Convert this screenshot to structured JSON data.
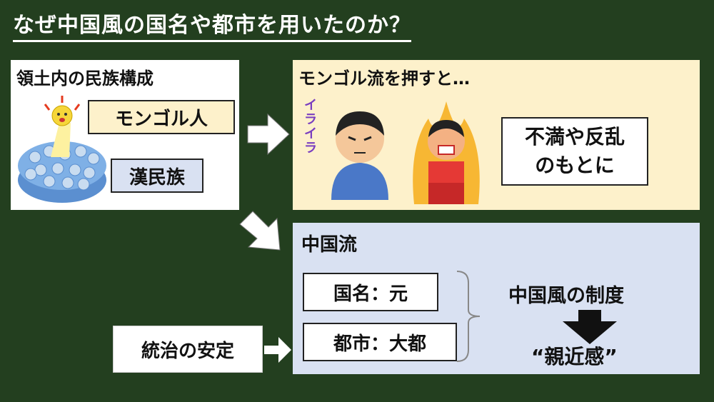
{
  "title": "なぜ中国風の国名や都市を用いたのか？",
  "left_box": {
    "heading": "領土内の民族構成",
    "mongol_label": "モンゴル人",
    "han_label": "漢民族"
  },
  "push_box": {
    "heading": "モンゴル流を押すと…",
    "irritated_text": "イライラ",
    "result_line1": "不満や反乱",
    "result_line2": "のもとに"
  },
  "china_box": {
    "heading": "中国流",
    "country_name": "国名：元",
    "capital": "都市：大都",
    "system": "中国風の制度",
    "affinity": "“親近感”"
  },
  "stable_label": "統治の安定",
  "colors": {
    "board": "#233f1f",
    "yellow_box": "#fdf1cb",
    "blue_box": "#d9e1f2"
  }
}
